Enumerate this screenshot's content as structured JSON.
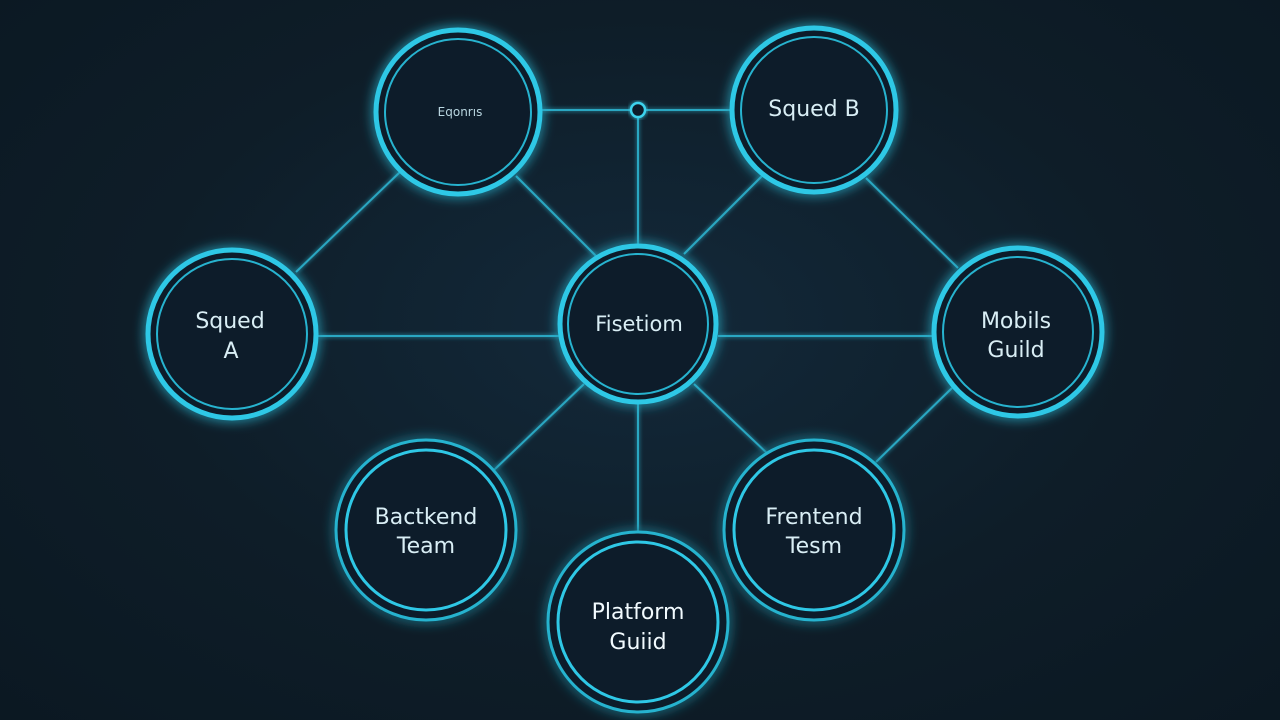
{
  "nodes": {
    "top_left": {
      "lines": [
        "Eqonrıs"
      ],
      "color": "#2fc8e6"
    },
    "squad_b": {
      "lines": [
        "Squed B"
      ],
      "color": "#2fc8e6"
    },
    "squad_a": {
      "lines": [
        "Squed",
        "A"
      ],
      "color": "#2fc8e6"
    },
    "center": {
      "lines": [
        "Fisetiom"
      ],
      "color": "#2fc8e6"
    },
    "mobile": {
      "lines": [
        "Mobils",
        "Guild"
      ],
      "color": "#2fc8e6"
    },
    "backend": {
      "lines": [
        "Bactkend",
        "Team"
      ],
      "color": "#2fc8e6"
    },
    "platform": {
      "lines": [
        "Platform",
        "Guiid"
      ],
      "color": "#2fc8e6"
    },
    "frontend": {
      "lines": [
        "Frentend",
        "Tesm"
      ],
      "color": "#2fc8e6"
    }
  },
  "colors": {
    "background": "#0f1f2a",
    "ring": "#2fc8e6",
    "ring_glow": "#1aa9c9",
    "connector": "#2aa7c2",
    "text": "#d9eef5"
  }
}
